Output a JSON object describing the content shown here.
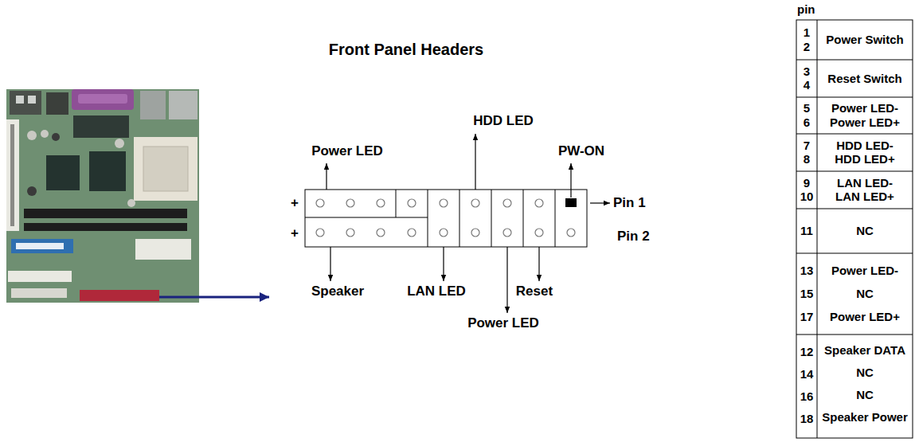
{
  "diagram": {
    "title": "Front Panel Headers",
    "labels": [
      "Power LED",
      "HDD LED",
      "PW-ON",
      "+",
      "+",
      "Pin 1",
      "Pin 2",
      "Speaker",
      "LAN LED",
      "Reset",
      "Power LED",
      "pin",
      "1",
      "2",
      "Power Switch",
      "3",
      "4",
      "Reset Switch",
      "5",
      "6",
      "Power LED-",
      "Power LED+",
      "7",
      "8",
      "HDD LED-",
      "HDD LED+",
      "9",
      "10",
      "LAN LED-",
      "LAN LED+",
      "11",
      "NC",
      "13",
      "15",
      "17",
      "Power LED-",
      "NC",
      "Power LED+",
      "12",
      "14",
      "16",
      "18",
      "Speaker DATA",
      "NC",
      "NC",
      "Speaker Power"
    ]
  }
}
